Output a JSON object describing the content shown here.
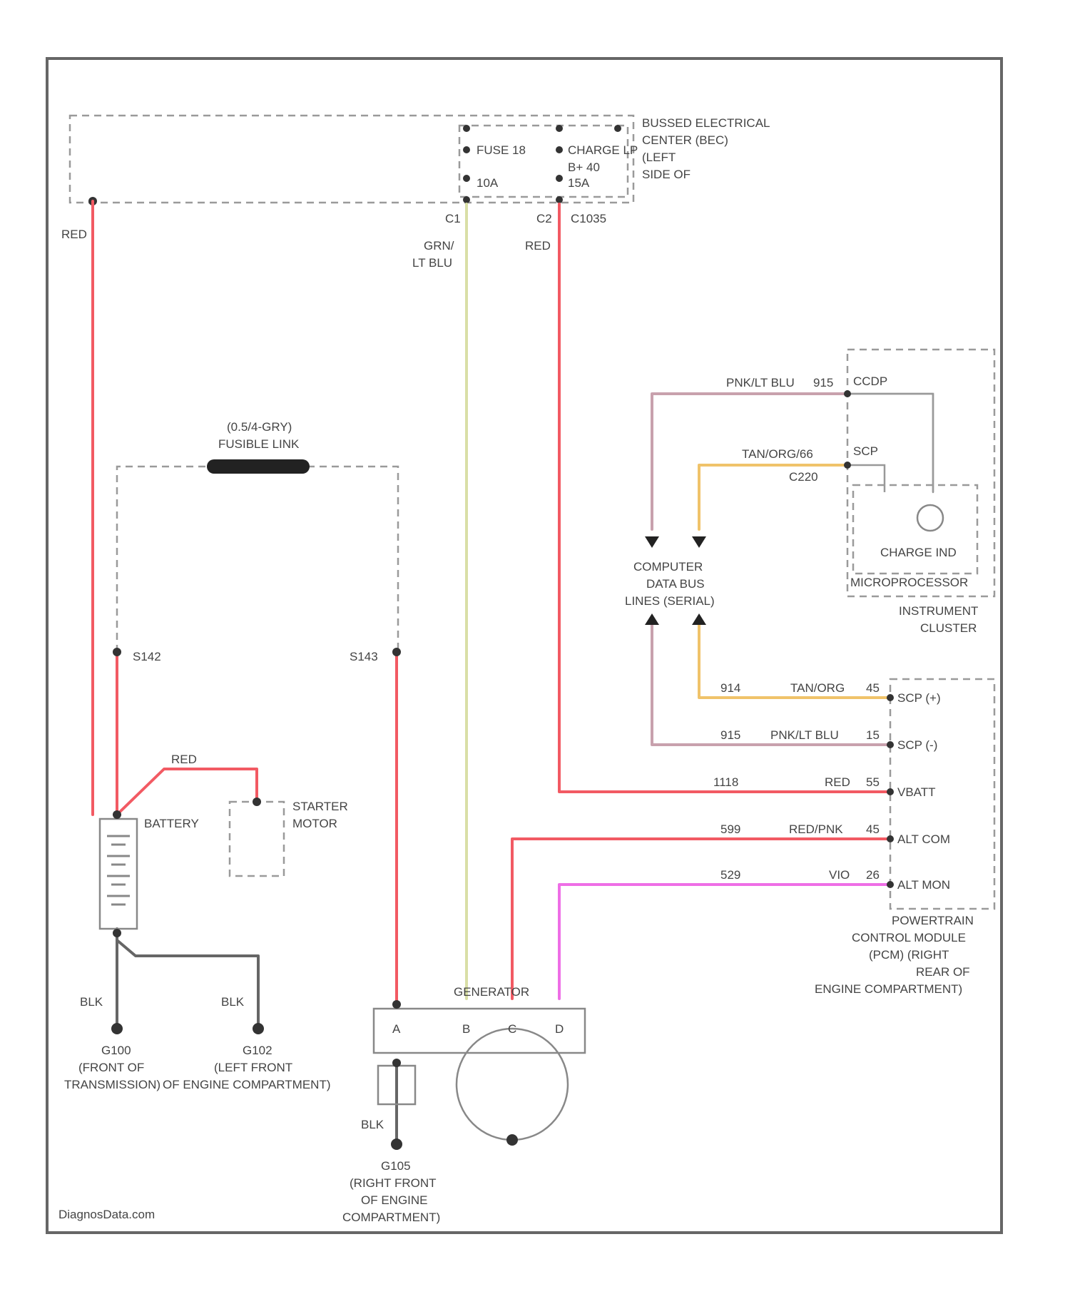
{
  "footer": "DiagnosData.com",
  "colors": {
    "red": "#f25a63",
    "lt_grn": "#d9dfa6",
    "pnk_lt_blu": "#c8a1ad",
    "tan_org": "#f0c36a",
    "vio": "#ee6ee6",
    "blk": "#666666",
    "frame": "#666666"
  },
  "components": {
    "bussed_center": {
      "name_1": "BUSSED ELECTRICAL",
      "name_2": "CENTER (BEC)",
      "name_3": "(LEFT",
      "name_4": "SIDE OF",
      "fuse_a": "FUSE 18",
      "fuse_a_rating": "10A",
      "fuse_b": "CHARGE LP",
      "fuse_b_id": "B+ 40",
      "fuse_b_rating": "15A"
    },
    "fusible_link": {
      "label_1": "(0.5/4-GRY)",
      "label_2": "FUSIBLE LINK"
    },
    "battery": {
      "label": "BATTERY"
    },
    "starter": {
      "label_1": "STARTER",
      "label_2": "MOTOR"
    },
    "alternator": {
      "label": "GENERATOR",
      "pin_labels": [
        "A",
        "B",
        "C",
        "D"
      ]
    },
    "data_link": {
      "label_1": "COMPUTER",
      "label_2": "DATA BUS",
      "label_3": "LINES (SERIAL)"
    },
    "instrument_cluster": {
      "label_1": "INSTRUMENT",
      "label_2": "CLUSTER",
      "micro": "MICROPROCESSOR",
      "indicator": "CHARGE IND",
      "pins": [
        "CCDP",
        "SCP"
      ]
    },
    "pcm": {
      "label_1": "POWERTRAIN",
      "label_2": "CONTROL MODULE",
      "label_3": "(PCM) (RIGHT",
      "label_4": "REAR OF",
      "label_5": "ENGINE COMPARTMENT)",
      "pins": [
        "SCP (+)",
        "SCP (-)",
        "VBATT",
        "ALT COM",
        "ALT MON"
      ]
    }
  },
  "grounds": {
    "g1": [
      "G100",
      "(FRONT OF",
      "TRANSMISSION)"
    ],
    "g2": [
      "G102",
      "(LEFT FRONT",
      "OF ENGINE COMPARTMENT)"
    ],
    "g3": [
      "G105",
      "(RIGHT FRONT",
      "OF ENGINE",
      "COMPARTMENT)"
    ]
  },
  "wires": {
    "battery_red": "RED",
    "battery_to_starter": "RED",
    "bec_out_1": "C1",
    "bec_out_2": "C2",
    "bec_conn": "C1035",
    "alt_sense_1": "GRN/",
    "alt_sense_2": "LT BLU",
    "vbatt_red": "RED",
    "splice_1": "S142",
    "splice_2": "S143",
    "blk_1": "BLK",
    "blk_2": "BLK",
    "alt_ground": "BLK",
    "scp_pos": {
      "circuit": "914",
      "color": "TAN/ORG",
      "pin": "45"
    },
    "scp_neg": {
      "circuit": "915",
      "color": "PNK/LT BLU",
      "pin": "15"
    },
    "vbatt": {
      "circuit": "1118",
      "color": "RED",
      "pin": "55"
    },
    "alt_com": {
      "circuit": "599",
      "color": "RED/PNK",
      "pin": "45"
    },
    "alt_mon": {
      "circuit": "529",
      "color": "VIO",
      "pin": "26"
    },
    "cluster_scp_neg": {
      "circuit": "915",
      "color": "PNK/LT BLU"
    },
    "cluster_scp_pos": {
      "circuit": "C220",
      "color": "TAN/ORG/66"
    }
  }
}
